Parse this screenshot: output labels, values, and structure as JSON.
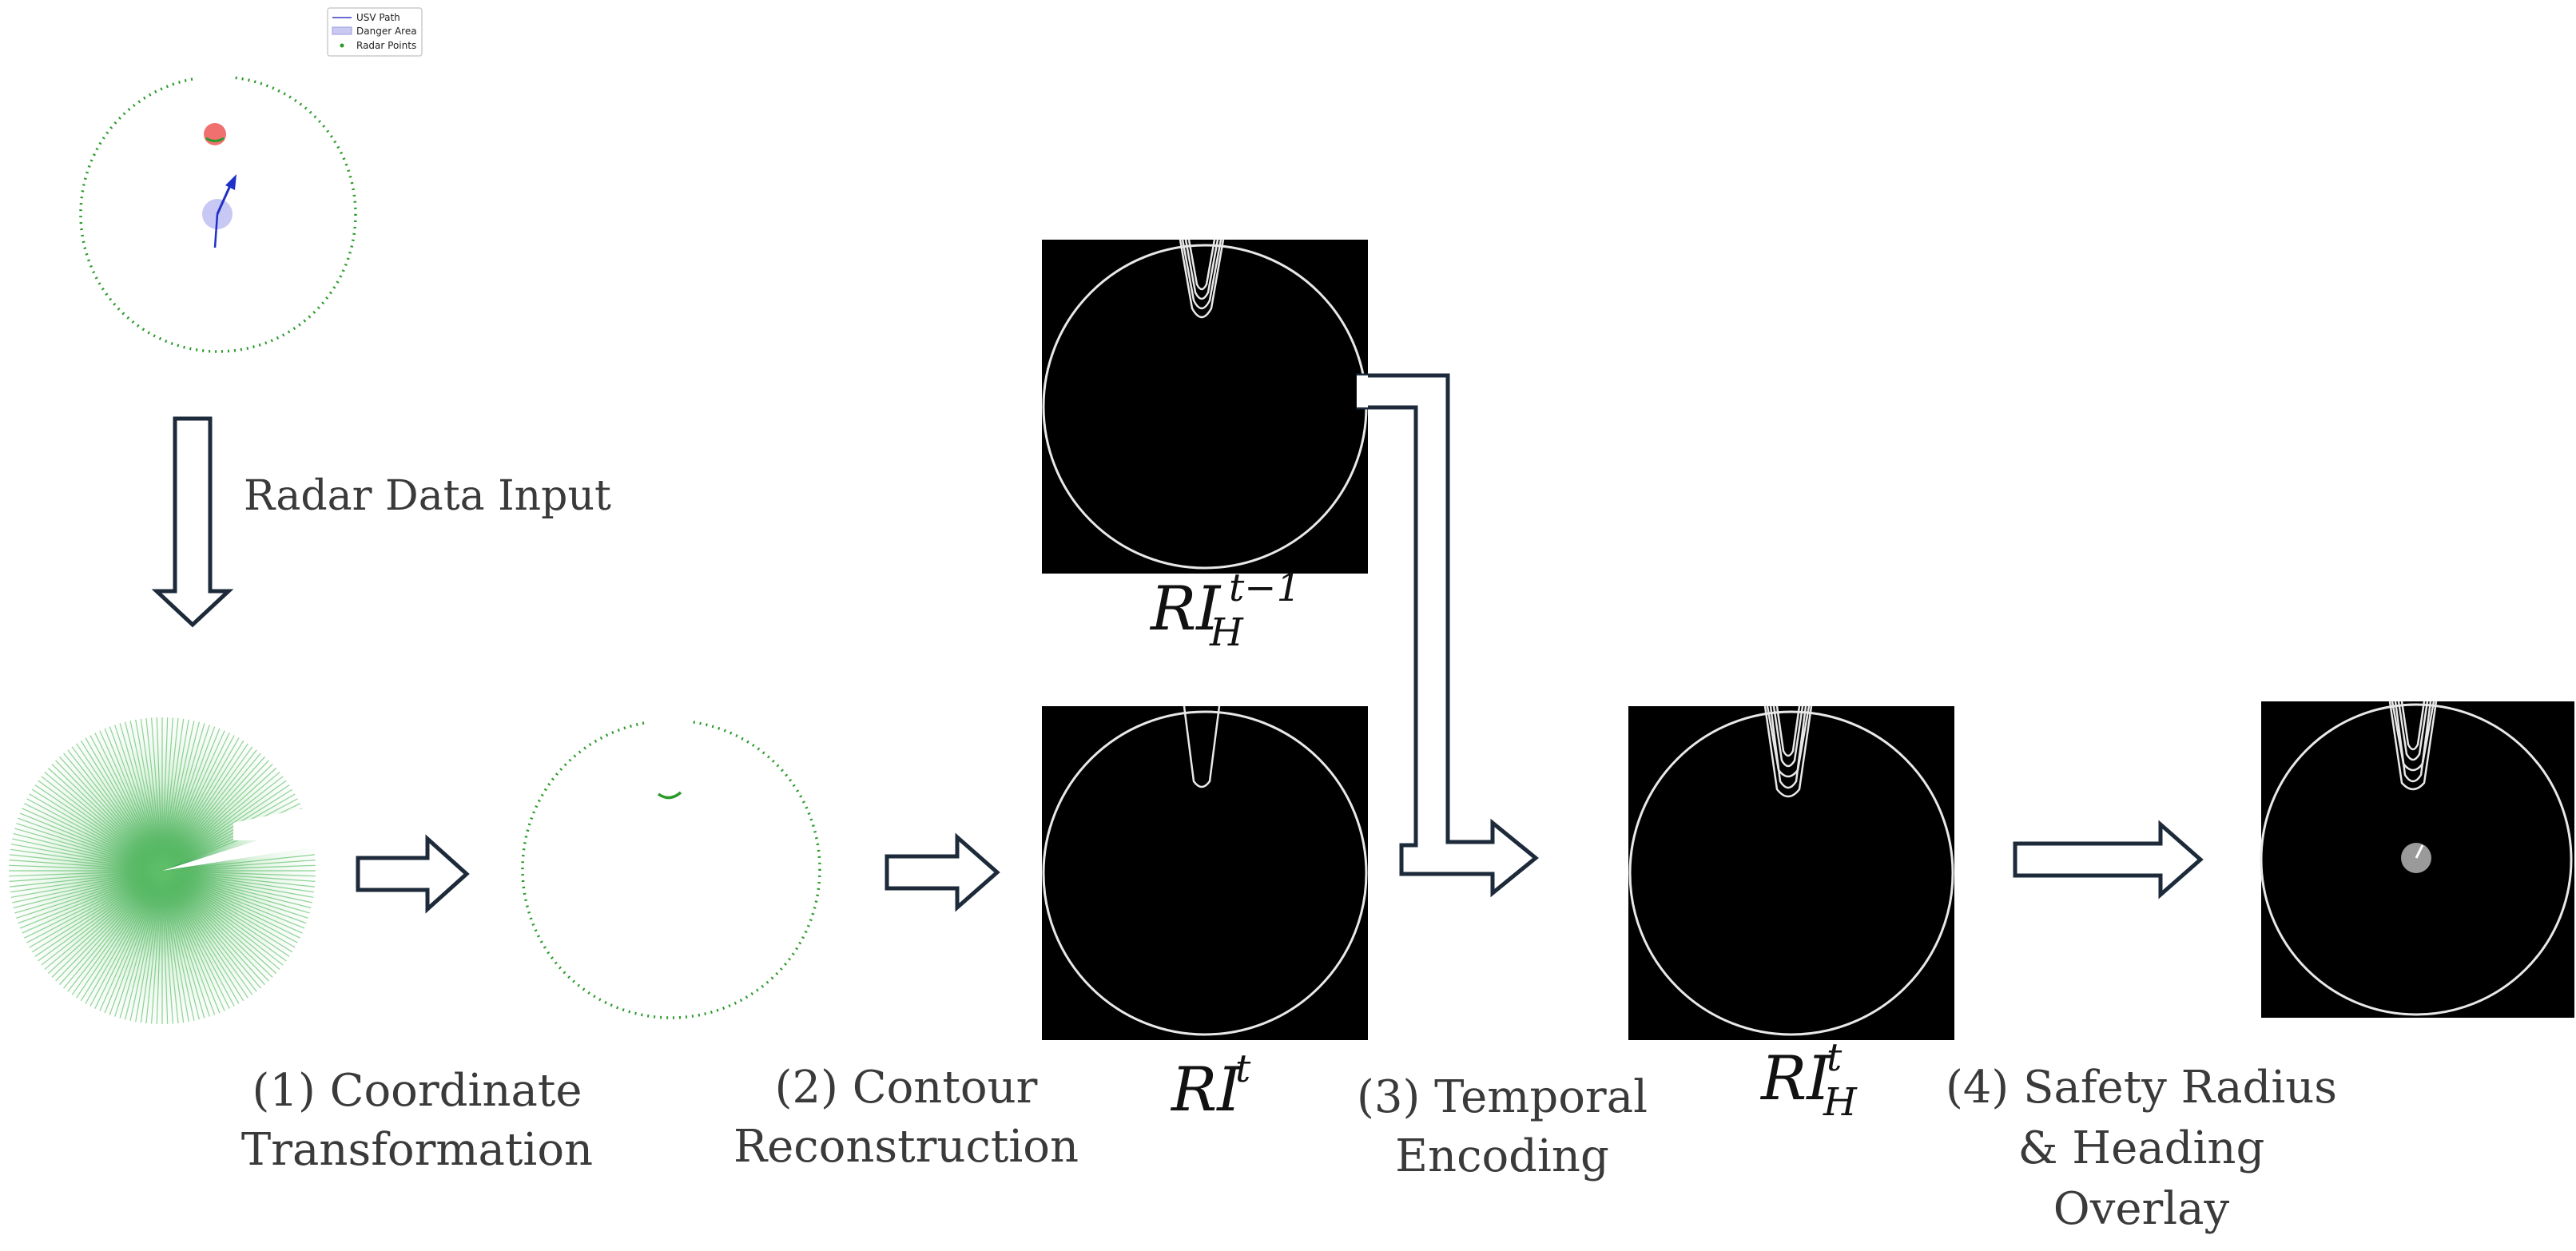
{
  "legend": {
    "items": [
      {
        "label": "USV Path",
        "color": "#6b6bd6",
        "kind": "line"
      },
      {
        "label": "Danger Area",
        "color": "#c9c9f2",
        "kind": "patch"
      },
      {
        "label": "Radar Points",
        "color": "#2a9a2a",
        "kind": "dot"
      }
    ]
  },
  "labels": {
    "radar_input": "Radar Data Input",
    "step1_line1": "(1) Coordinate",
    "step1_line2": "Transformation",
    "step2_line1": "(2) Contour",
    "step2_line2": "Reconstruction",
    "step3_line1": "(3) Temporal",
    "step3_line2": "Encoding",
    "step4_line1": "(4) Safety Radius",
    "step4_line2": "& Heading",
    "step4_line3": "Overlay"
  },
  "math": {
    "ri_h_prev_base": "RI",
    "ri_h_prev_sup": "t−1",
    "ri_h_prev_sub": "H",
    "ri_t_base": "RI",
    "ri_t_sup": "t",
    "ri_h_t_base": "RI",
    "ri_h_t_sup": "t",
    "ri_h_t_sub": "H"
  },
  "colors": {
    "arrow_stroke": "#1c2a3a",
    "radar_green": "#2a9a2a",
    "obstacle_red": "#f07070",
    "usv_blue": "#2030c8",
    "danger_blue": "#c8c8f4",
    "image_bg": "#000000",
    "contour_white": "#e8e8e8",
    "heading_gray": "#9a9a9a"
  }
}
